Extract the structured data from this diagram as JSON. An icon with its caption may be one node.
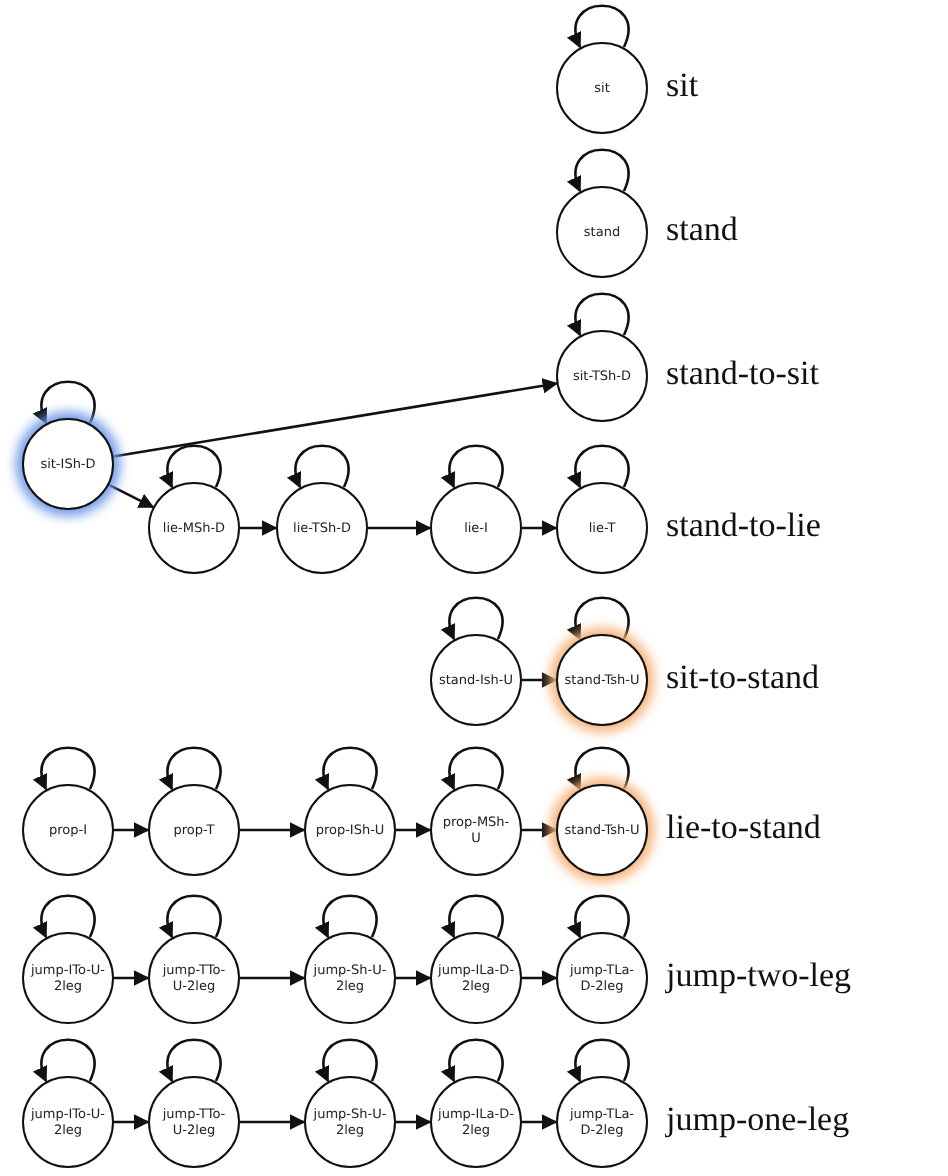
{
  "diagram": {
    "nodes": [
      {
        "text": [
          "sit"
        ]
      },
      {
        "text": [
          "stand"
        ]
      },
      {
        "text": [
          "sit-TSh-D"
        ]
      },
      {
        "text": [
          "sit-ISh-D"
        ]
      },
      {
        "text": [
          "lie-MSh-D"
        ]
      },
      {
        "text": [
          "lie-TSh-D"
        ]
      },
      {
        "text": [
          "lie-I"
        ]
      },
      {
        "text": [
          "lie-T"
        ]
      },
      {
        "text": [
          "stand-Ish-U"
        ]
      },
      {
        "text": [
          "stand-Tsh-U"
        ]
      },
      {
        "text": [
          "prop-I"
        ]
      },
      {
        "text": [
          "prop-T"
        ]
      },
      {
        "text": [
          "prop-ISh-U"
        ]
      },
      {
        "text": [
          "prop-MSh-U"
        ]
      },
      {
        "text": [
          "stand-Tsh-U"
        ]
      },
      {
        "text": [
          "jump-ITo-U-2leg"
        ]
      },
      {
        "text": [
          "jump-TTo-U-2leg"
        ]
      },
      {
        "text": [
          "jump-Sh-U-2leg"
        ]
      },
      {
        "text": [
          "jump-ILa-D-2leg"
        ]
      },
      {
        "text": [
          "jump-TLa-D-2leg"
        ]
      },
      {
        "text": [
          "jump-ITo-U-2leg"
        ]
      },
      {
        "text": [
          "jump-TTo-U-2leg"
        ]
      },
      {
        "text": [
          "jump-Sh-U-2leg"
        ]
      },
      {
        "text": [
          "jump-ILa-D-2leg"
        ]
      },
      {
        "text": [
          "jump-TLa-D-2leg"
        ]
      }
    ],
    "edges": [
      {
        "from": 0,
        "to": 0,
        "arrow": "to"
      },
      {
        "from": 1,
        "to": 1,
        "arrow": "to"
      },
      {
        "from": 2,
        "to": 2,
        "arrow": "to"
      },
      {
        "from": 3,
        "to": 3,
        "arrow": "to"
      },
      {
        "from": 3,
        "to": 2,
        "arrow": "to"
      },
      {
        "from": 3,
        "to": 4,
        "arrow": "to"
      },
      {
        "from": 4,
        "to": 4,
        "arrow": "to"
      },
      {
        "from": 4,
        "to": 5,
        "arrow": "to"
      },
      {
        "from": 5,
        "to": 5,
        "arrow": "to"
      },
      {
        "from": 5,
        "to": 6,
        "arrow": "to"
      },
      {
        "from": 6,
        "to": 6,
        "arrow": "to"
      },
      {
        "from": 6,
        "to": 7,
        "arrow": "to"
      },
      {
        "from": 7,
        "to": 7,
        "arrow": "to"
      },
      {
        "from": 8,
        "to": 8,
        "arrow": "to"
      },
      {
        "from": 8,
        "to": 9,
        "arrow": "to"
      },
      {
        "from": 9,
        "to": 9,
        "arrow": "to"
      },
      {
        "from": 10,
        "to": 10,
        "arrow": "to"
      },
      {
        "from": 10,
        "to": 11,
        "arrow": "to"
      },
      {
        "from": 11,
        "to": 11,
        "arrow": "to"
      },
      {
        "from": 11,
        "to": 12,
        "arrow": "to"
      },
      {
        "from": 12,
        "to": 12,
        "arrow": "to"
      },
      {
        "from": 12,
        "to": 13,
        "arrow": "to"
      },
      {
        "from": 13,
        "to": 13,
        "arrow": "to"
      },
      {
        "from": 13,
        "to": 14,
        "arrow": "to"
      },
      {
        "from": 14,
        "to": 14,
        "arrow": "to"
      },
      {
        "from": 15,
        "to": 15,
        "arrow": "to"
      },
      {
        "from": 15,
        "to": 16,
        "arrow": "to"
      },
      {
        "from": 16,
        "to": 16,
        "arrow": "to"
      },
      {
        "from": 16,
        "to": 17,
        "arrow": "to"
      },
      {
        "from": 17,
        "to": 17,
        "arrow": "to"
      },
      {
        "from": 17,
        "to": 18,
        "arrow": "to"
      },
      {
        "from": 18,
        "to": 18,
        "arrow": "to"
      },
      {
        "from": 18,
        "to": 19,
        "arrow": "to"
      },
      {
        "from": 19,
        "to": 19,
        "arrow": "to"
      },
      {
        "from": 20,
        "to": 20,
        "arrow": "to"
      },
      {
        "from": 20,
        "to": 21,
        "arrow": "to"
      },
      {
        "from": 21,
        "to": 21,
        "arrow": "to"
      },
      {
        "from": 21,
        "to": 22,
        "arrow": "to"
      },
      {
        "from": 22,
        "to": 22,
        "arrow": "to"
      },
      {
        "from": 22,
        "to": 23,
        "arrow": "to"
      },
      {
        "from": 23,
        "to": 23,
        "arrow": "to"
      },
      {
        "from": 23,
        "to": 24,
        "arrow": "to"
      },
      {
        "from": 24,
        "to": 24,
        "arrow": "to"
      }
    ],
    "labels": [
      "sit",
      "stand",
      "stand-to-sit",
      "stand-to-lie",
      "sit-to-stand",
      "lie-to-stand",
      "jump-two-leg",
      "jump-one-leg"
    ]
  }
}
